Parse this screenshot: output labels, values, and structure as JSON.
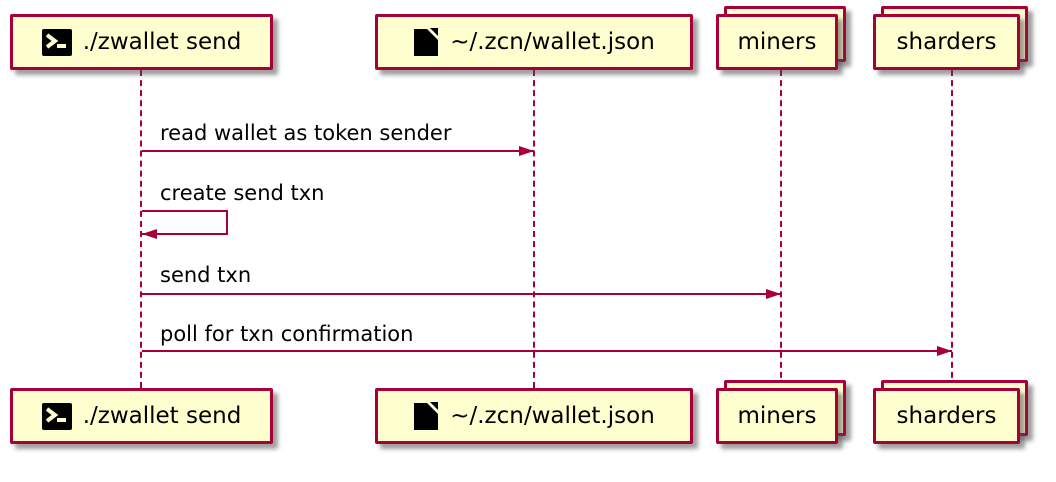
{
  "diagram": {
    "type": "sequence",
    "colors": {
      "box_fill": "#FEFECE",
      "box_border": "#A80036",
      "lifeline": "#A80036",
      "arrow": "#A80036",
      "text": "#000000",
      "icon_fill": "#000000",
      "icon_glyph": "#FEFECE",
      "background": "#FFFFFF"
    },
    "participants": [
      {
        "id": "zwallet",
        "label": "./zwallet send",
        "icon": "terminal-icon",
        "kind": "participant"
      },
      {
        "id": "walletjson",
        "label": "~/.zcn/wallet.json",
        "icon": "file-icon",
        "kind": "participant"
      },
      {
        "id": "miners",
        "label": "miners",
        "icon": null,
        "kind": "collections"
      },
      {
        "id": "sharders",
        "label": "sharders",
        "icon": null,
        "kind": "collections"
      }
    ],
    "messages": [
      {
        "from": "zwallet",
        "to": "walletjson",
        "label": "read wallet as token sender",
        "self": false
      },
      {
        "from": "zwallet",
        "to": "zwallet",
        "label": "create send txn",
        "self": true
      },
      {
        "from": "zwallet",
        "to": "miners",
        "label": "send txn",
        "self": false
      },
      {
        "from": "zwallet",
        "to": "sharders",
        "label": "poll for txn confirmation",
        "self": false
      }
    ]
  }
}
